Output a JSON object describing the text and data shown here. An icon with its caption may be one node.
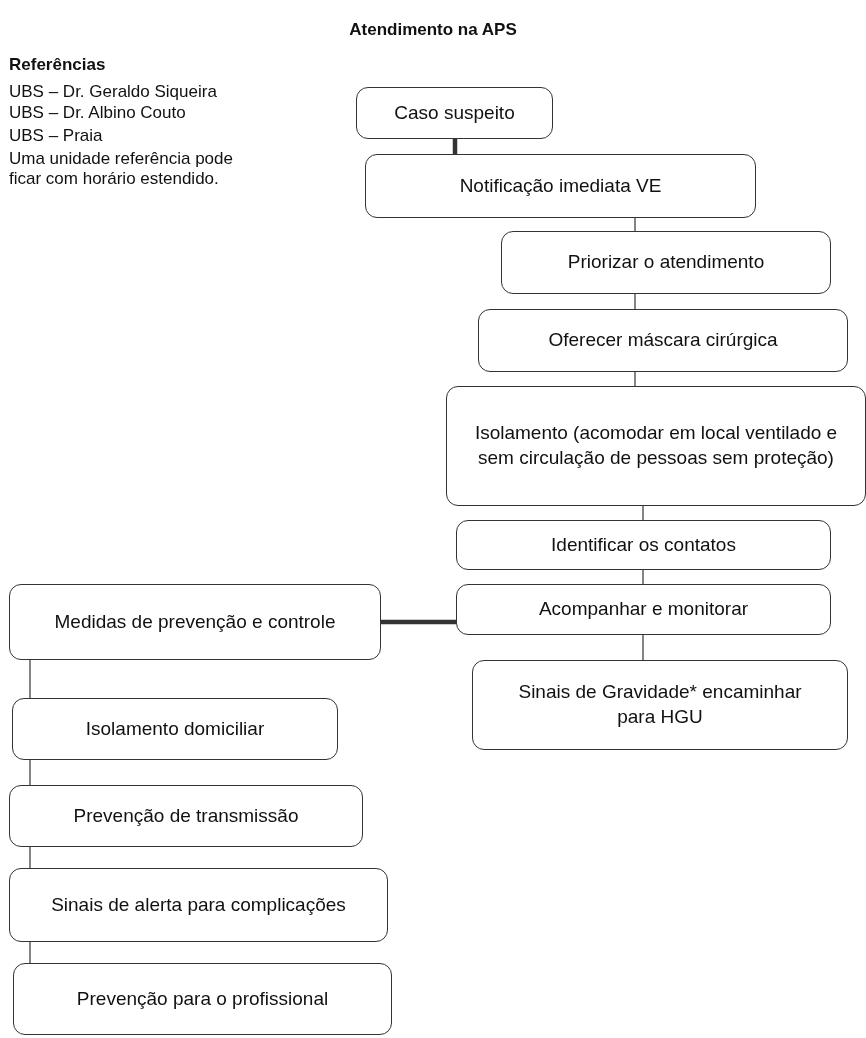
{
  "diagram": {
    "title": "Atendimento na APS",
    "nodes": [
      {
        "text": [
          "Caso suspeito"
        ]
      },
      {
        "text": [
          "Notificação imediata VE"
        ]
      },
      {
        "text": [
          "Priorizar o atendimento"
        ]
      },
      {
        "text": [
          "Oferecer máscara cirúrgica"
        ]
      },
      {
        "text": [
          "Isolamento (acomodar em local ventilado e sem circulação de pessoas sem proteção)"
        ]
      },
      {
        "text": [
          "Identificar os contatos"
        ]
      },
      {
        "text": [
          "Acompanhar e monitorar"
        ]
      },
      {
        "text": [
          "Sinais de Gravidade* encaminhar para HGU"
        ]
      },
      {
        "text": [
          "Medidas de prevenção e controle"
        ]
      },
      {
        "text": [
          "Isolamento domiciliar"
        ]
      },
      {
        "text": [
          "Prevenção de transmissão"
        ]
      },
      {
        "text": [
          "Sinais de alerta para complicações"
        ]
      },
      {
        "text": [
          "Prevenção para o profissional"
        ]
      }
    ],
    "edges": [
      {
        "from": 0,
        "to": 1,
        "arrow": "none",
        "style": "thick"
      },
      {
        "from": 1,
        "to": 2,
        "arrow": "none"
      },
      {
        "from": 2,
        "to": 3,
        "arrow": "none"
      },
      {
        "from": 3,
        "to": 4,
        "arrow": "none"
      },
      {
        "from": 4,
        "to": 5,
        "arrow": "none"
      },
      {
        "from": 5,
        "to": 6,
        "arrow": "none"
      },
      {
        "from": 6,
        "to": 7,
        "arrow": "none"
      },
      {
        "from": 6,
        "to": 8,
        "arrow": "none",
        "style": "thick"
      },
      {
        "from": 8,
        "to": 9,
        "arrow": "none"
      },
      {
        "from": 9,
        "to": 10,
        "arrow": "none"
      },
      {
        "from": 10,
        "to": 11,
        "arrow": "none"
      },
      {
        "from": 11,
        "to": 12,
        "arrow": "none"
      }
    ],
    "labels": [
      "Referências",
      "UBS – Dr. Geraldo Siqueira",
      "UBS – Dr. Albino Couto",
      "UBS – Praia",
      "Uma unidade referência pode ficar com horário estendido."
    ]
  }
}
